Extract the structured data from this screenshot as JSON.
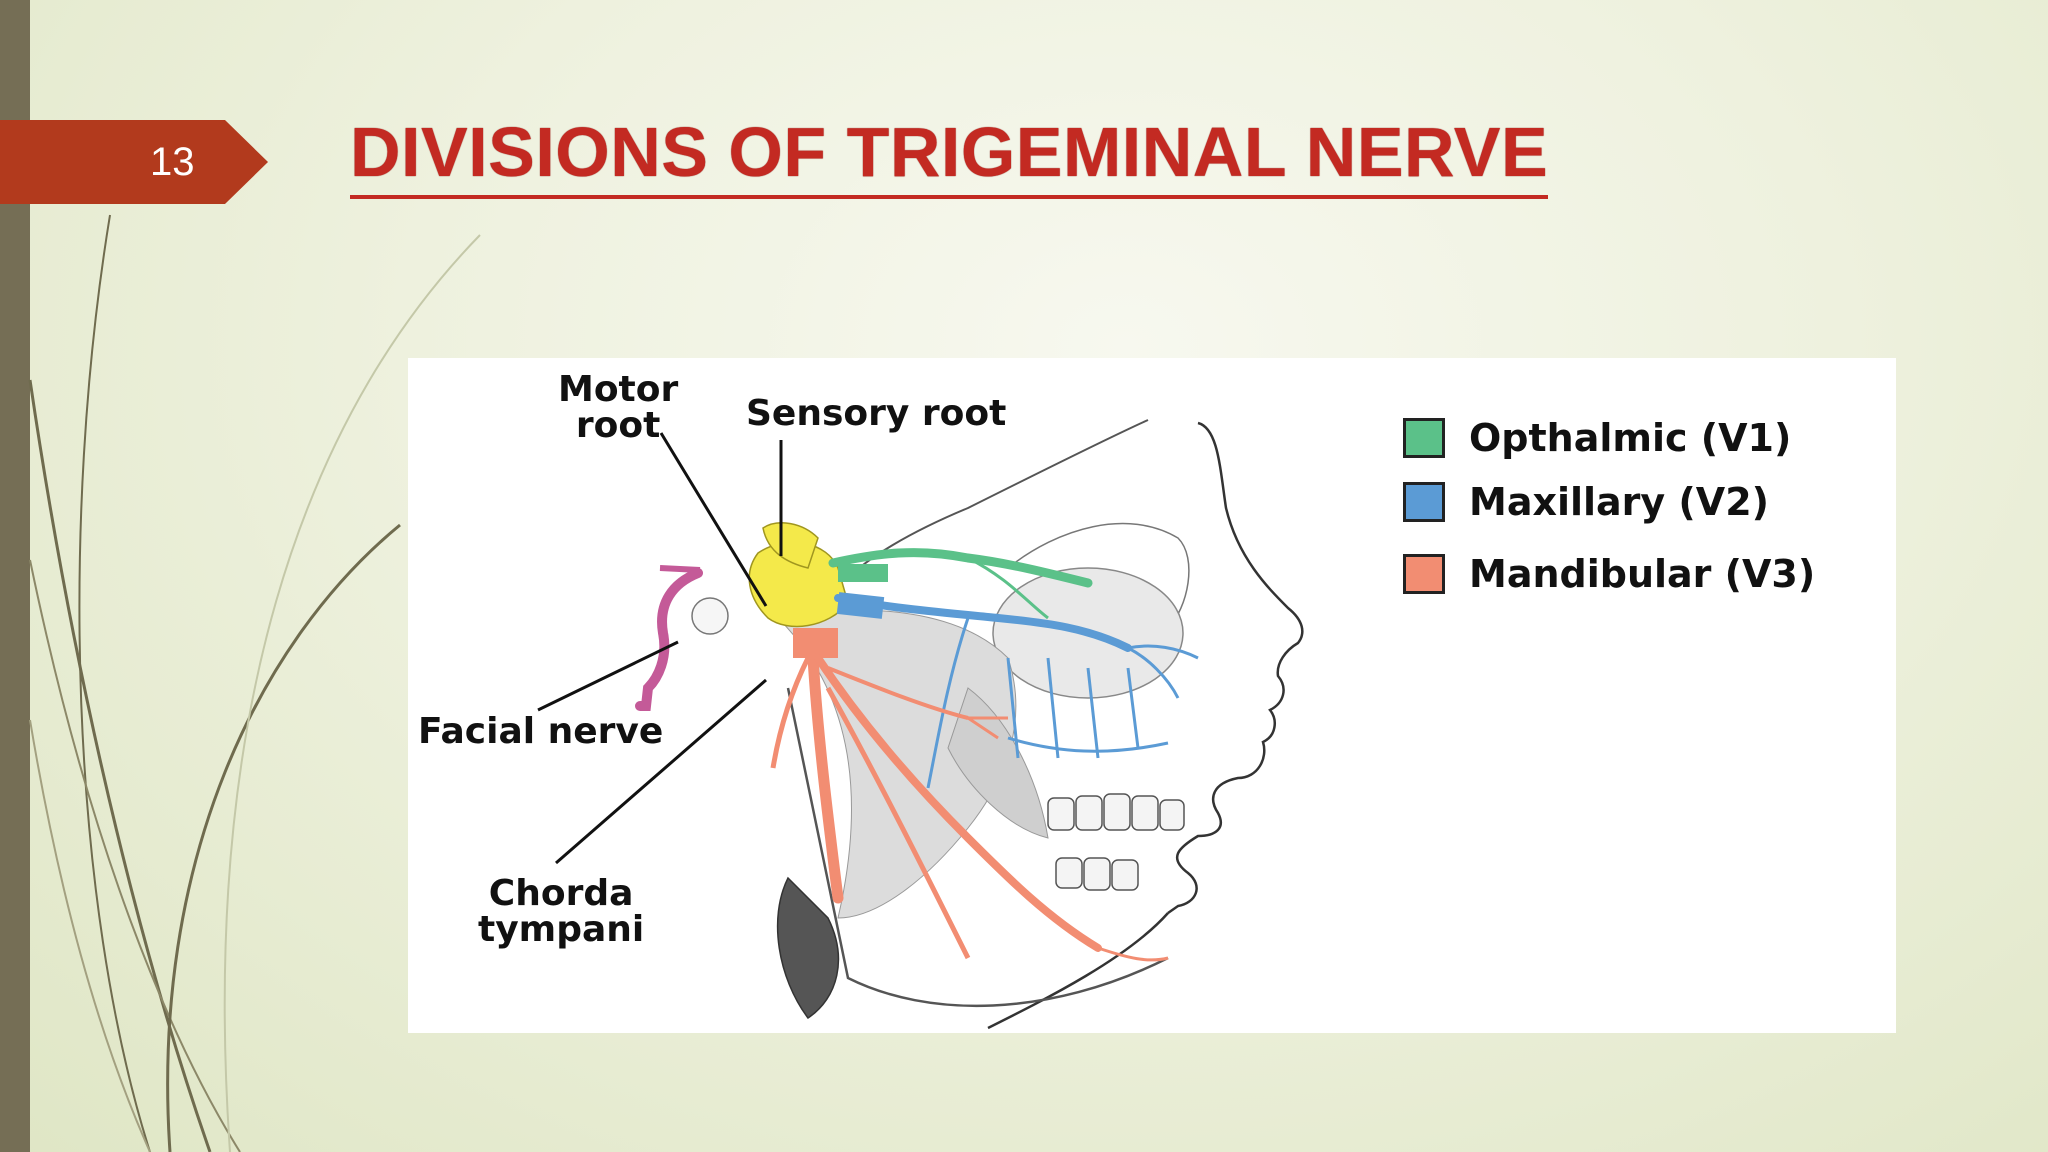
{
  "slide": {
    "number": "13",
    "title": "DIVISIONS OF TRIGEMINAL NERVE"
  },
  "figure": {
    "labels": {
      "motor_root": "Motor\nroot",
      "sensory_root": "Sensory root",
      "facial_nerve": "Facial nerve",
      "chorda_tympani": "Chorda\ntympani"
    },
    "legend": [
      {
        "label": "Opthalmic (V1)",
        "color": "#5bc189"
      },
      {
        "label": "Maxillary (V2)",
        "color": "#5b9bd5"
      },
      {
        "label": "Mandibular (V3)",
        "color": "#f28d72"
      }
    ]
  },
  "colors": {
    "title_red": "#c32a22",
    "number_tab": "#b23a1d",
    "left_bar": "#756e55",
    "ganglion_yellow": "#f4e94a",
    "facial_nerve_pink": "#c45a98"
  }
}
